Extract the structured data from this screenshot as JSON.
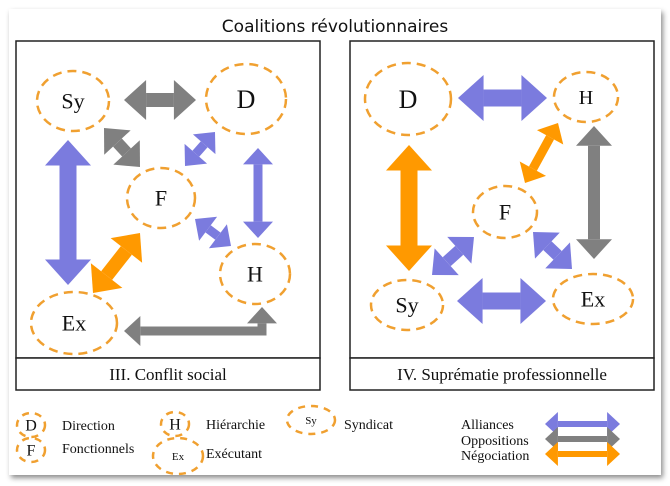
{
  "title": "Coalitions révolutionnaires",
  "colors": {
    "alliance": "#7B7BDE",
    "opposition": "#808080",
    "negotiation": "#FF9900",
    "node_border": "#F0A030"
  },
  "panels": [
    {
      "caption": "III. Conflit social",
      "nodes": [
        {
          "id": "Sy",
          "label": "Sy"
        },
        {
          "id": "D",
          "label": "D"
        },
        {
          "id": "F",
          "label": "F"
        },
        {
          "id": "H",
          "label": "H"
        },
        {
          "id": "Ex",
          "label": "Ex"
        }
      ],
      "edges": [
        {
          "from": "Sy",
          "to": "D",
          "type": "opposition"
        },
        {
          "from": "Sy",
          "to": "F",
          "type": "opposition"
        },
        {
          "from": "D",
          "to": "F",
          "type": "alliance"
        },
        {
          "from": "D",
          "to": "H",
          "type": "alliance"
        },
        {
          "from": "Sy",
          "to": "Ex",
          "type": "alliance"
        },
        {
          "from": "F",
          "to": "H",
          "type": "alliance"
        },
        {
          "from": "F",
          "to": "Ex",
          "type": "negotiation"
        },
        {
          "from": "Ex",
          "to": "H",
          "type": "opposition"
        }
      ]
    },
    {
      "caption": "IV. Suprématie professionnelle",
      "nodes": [
        {
          "id": "D",
          "label": "D"
        },
        {
          "id": "H",
          "label": "H"
        },
        {
          "id": "F",
          "label": "F"
        },
        {
          "id": "Sy",
          "label": "Sy"
        },
        {
          "id": "Ex",
          "label": "Ex"
        }
      ],
      "edges": [
        {
          "from": "D",
          "to": "H",
          "type": "alliance"
        },
        {
          "from": "D",
          "to": "Sy",
          "type": "negotiation"
        },
        {
          "from": "H",
          "to": "F",
          "type": "negotiation"
        },
        {
          "from": "H",
          "to": "Ex",
          "type": "opposition"
        },
        {
          "from": "F",
          "to": "Sy",
          "type": "alliance"
        },
        {
          "from": "F",
          "to": "Ex",
          "type": "alliance"
        },
        {
          "from": "Sy",
          "to": "Ex",
          "type": "alliance"
        }
      ]
    }
  ],
  "legend": {
    "nodes": [
      {
        "symbol": "D",
        "label": "Direction"
      },
      {
        "symbol": "H",
        "label": "Hiérarchie"
      },
      {
        "symbol": "Sy",
        "label": "Syndicat"
      },
      {
        "symbol": "F",
        "label": "Fonctionnels"
      },
      {
        "symbol": "Ex",
        "label": "Exécutant"
      }
    ],
    "relations": [
      {
        "type": "alliance",
        "label": "Alliances"
      },
      {
        "type": "opposition",
        "label": "Oppositions"
      },
      {
        "type": "negotiation",
        "label": "Négociation"
      }
    ]
  }
}
